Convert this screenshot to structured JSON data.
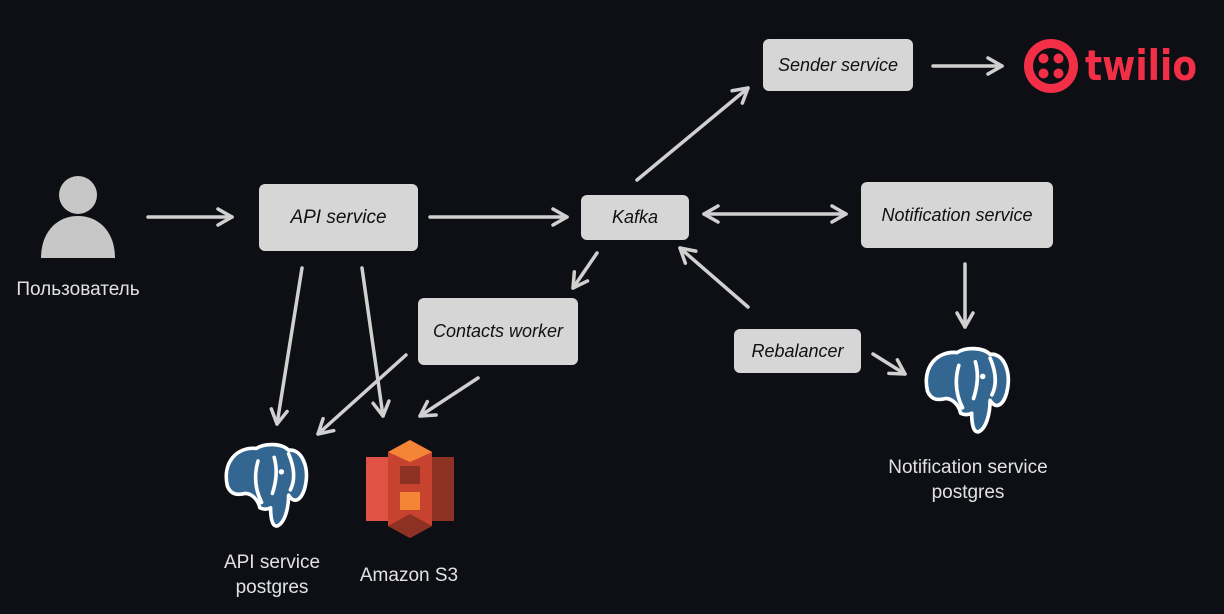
{
  "colors": {
    "background": "#0d0f14",
    "box": "#d6d6d6",
    "arrow": "#d0d0d0",
    "postgres_blue": "#336791",
    "s3_red": "#e05243",
    "twilio_red": "#f22f46"
  },
  "nodes": {
    "sender_service": "Sender service",
    "api_service": "API service",
    "kafka": "Kafka",
    "notification_service": "Notification service",
    "contacts_worker": "Contacts worker",
    "rebalancer": "Rebalancer"
  },
  "captions": {
    "user": "Пользователь",
    "api_postgres": [
      "API service",
      "postgres"
    ],
    "amazon_s3": "Amazon S3",
    "notification_postgres": [
      "Notification service",
      "postgres"
    ]
  },
  "logos": {
    "twilio": "twilio"
  },
  "icons": {
    "user": "user-icon",
    "postgres": "postgres-elephant-icon",
    "s3": "amazon-s3-icon",
    "twilio": "twilio-logo"
  }
}
